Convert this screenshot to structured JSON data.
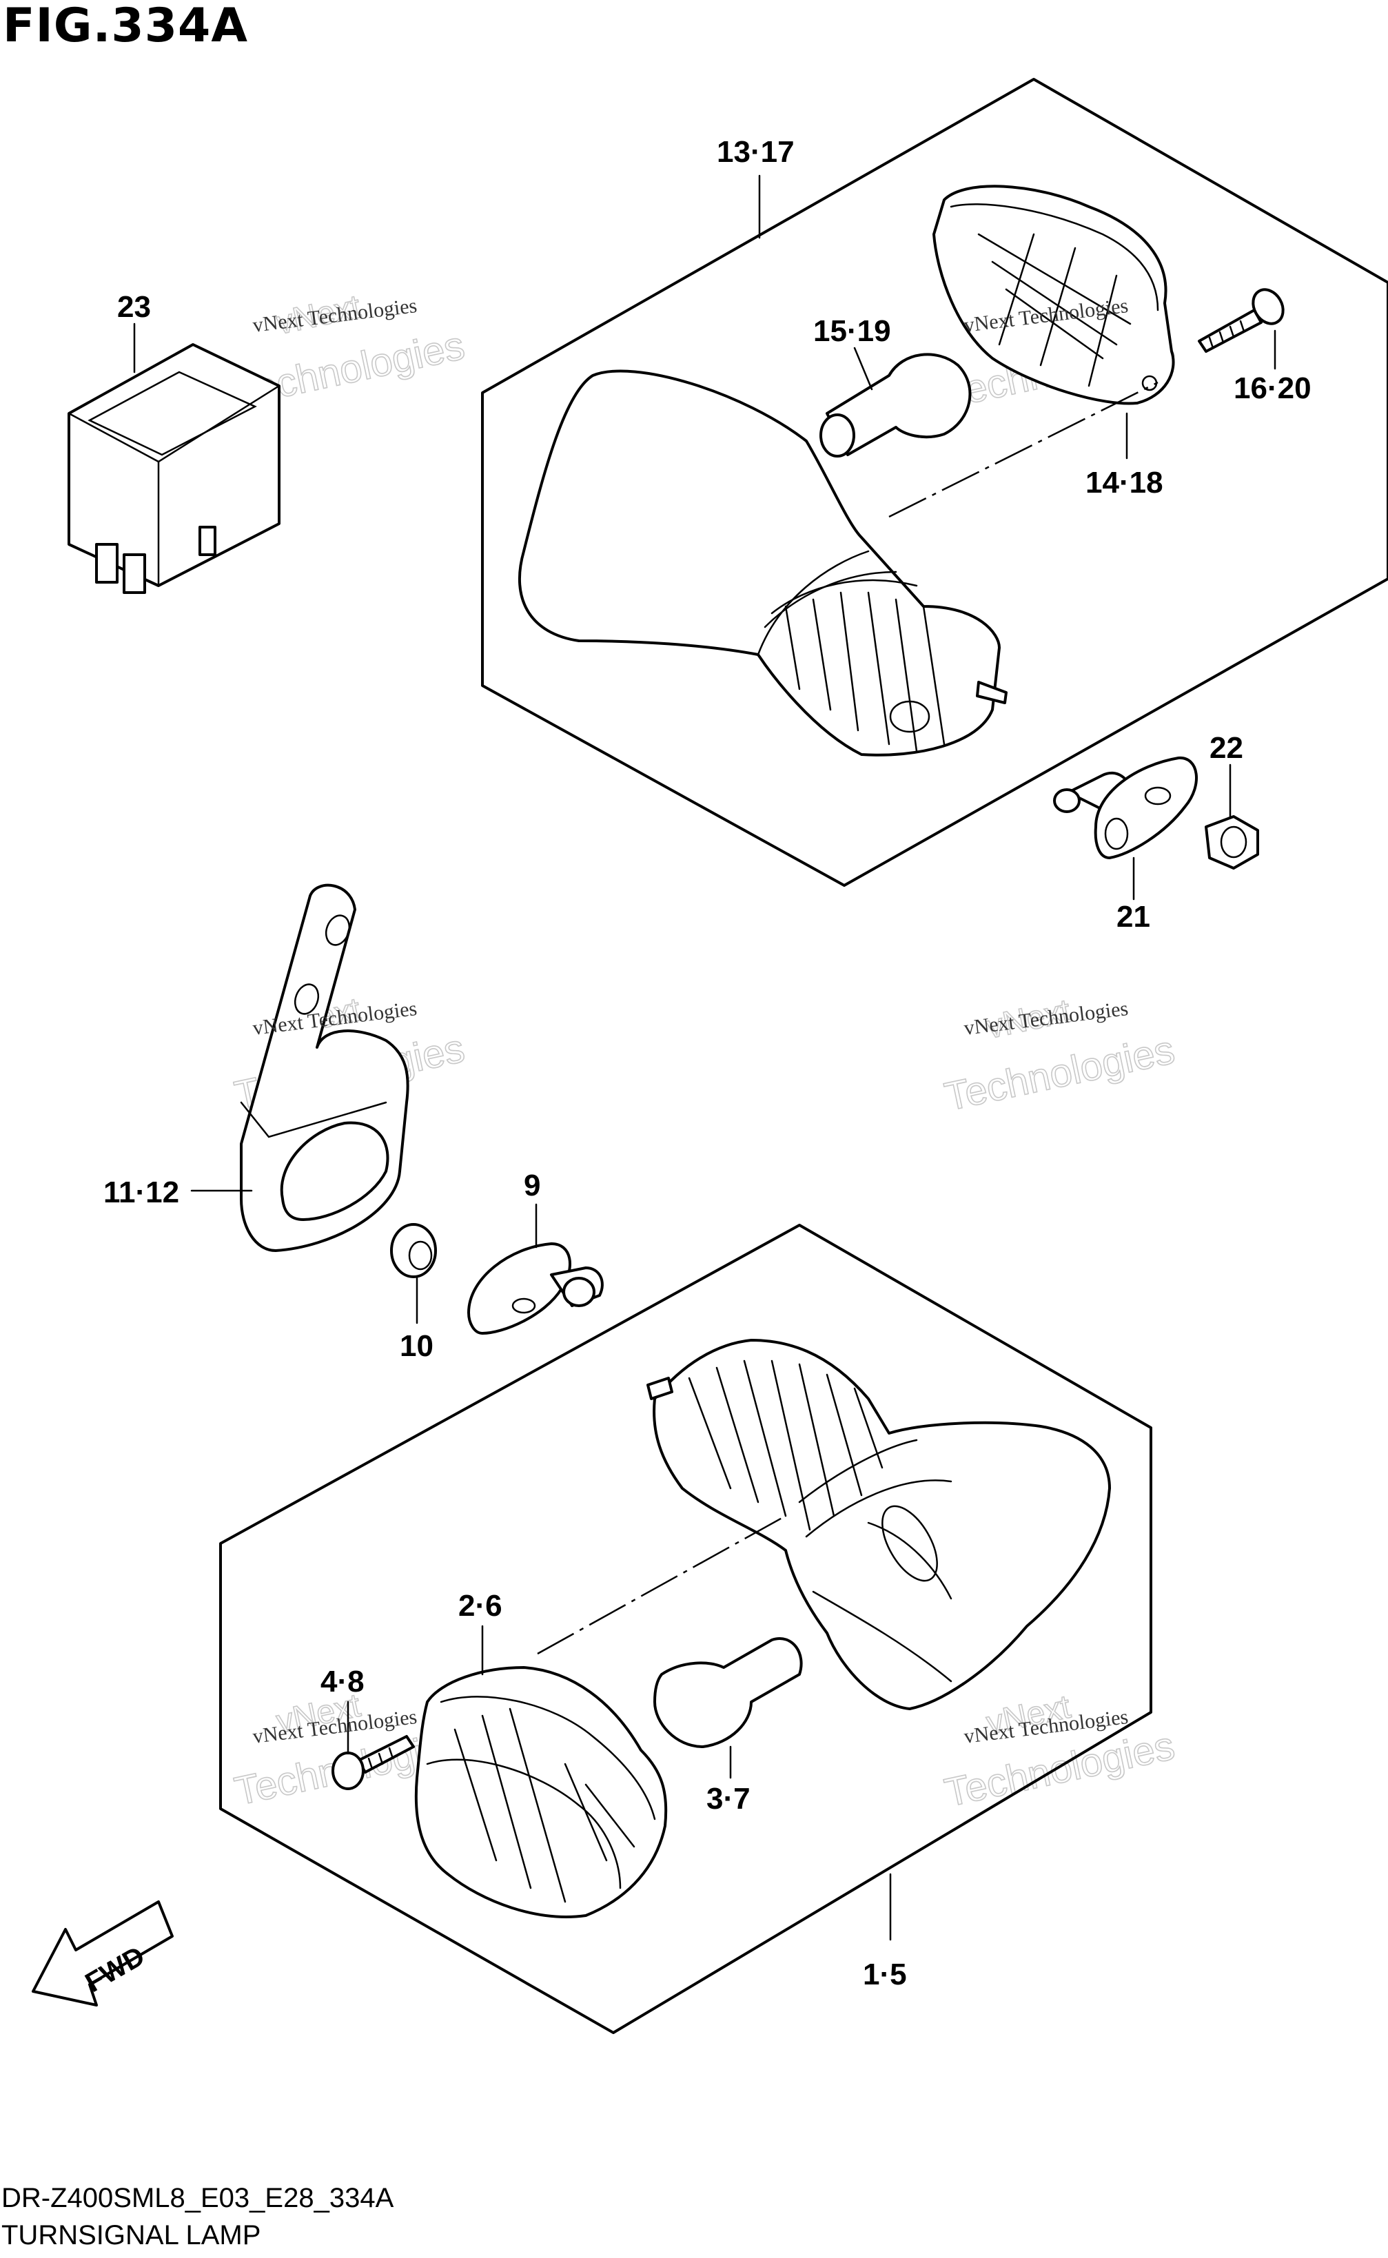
{
  "figure": {
    "title": "FIG.334A",
    "model_code": "DR-Z400SML8_E03_E28_334A",
    "caption": "TURNSIGNAL LAMP"
  },
  "callouts": {
    "c13_17": "13·17",
    "c23": "23",
    "c15_19": "15·19",
    "c16_20": "16·20",
    "c14_18": "14·18",
    "c22": "22",
    "c21": "21",
    "c11_12": "11·12",
    "c9": "9",
    "c10": "10",
    "c2_6": "2·6",
    "c4_8": "4·8",
    "c3_7": "3·7",
    "c1_5": "1·5"
  },
  "watermark": {
    "line1": "vNext Technologies",
    "line2": "vNext",
    "line3": "Technologies"
  },
  "fwd_label": "FWD"
}
